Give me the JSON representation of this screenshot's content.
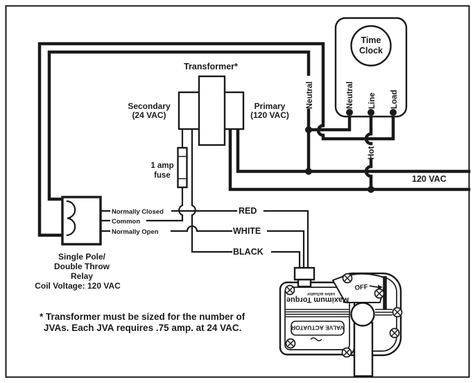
{
  "diagram": {
    "title_note": {
      "line1": "* Transformer must be sized for the number of",
      "line2": "JVAs. Each JVA requires .75 amp. at 24 VAC."
    },
    "transformer": {
      "label": "Transformer*",
      "secondary_line1": "Secondary",
      "secondary_line2": "(24 VAC)",
      "primary_line1": "Primary",
      "primary_line2": "(120 VAC)"
    },
    "fuse": {
      "line1": "1 amp",
      "line2": "fuse"
    },
    "time_clock": {
      "face_line1": "Time",
      "face_line2": "Clock",
      "terminal_neutral": "Neutral",
      "terminal_line": "Line",
      "terminal_load": "Load"
    },
    "wires": {
      "neutral_label": "Neutral",
      "hot_label": "Hot",
      "supply_label": "120 VAC",
      "red": "RED",
      "white": "WHITE",
      "black": "BLACK"
    },
    "relay": {
      "contact_nc": "Normally Closed",
      "contact_common": "Common",
      "contact_no": "Normally Open",
      "caption_line1": "Single Pole/",
      "caption_line2": "Double Throw",
      "caption_line3": "Relay",
      "caption_line4": "Coil Voltage: 120 VAC"
    },
    "actuator": {
      "small_label": "valve actuator",
      "model_label": "Maximum Torque",
      "name_plate": "VALVE ACTUATOR",
      "off_label": "OFF"
    },
    "colors": {
      "ink": "#1a1a1a",
      "paper": "#ffffff"
    }
  }
}
